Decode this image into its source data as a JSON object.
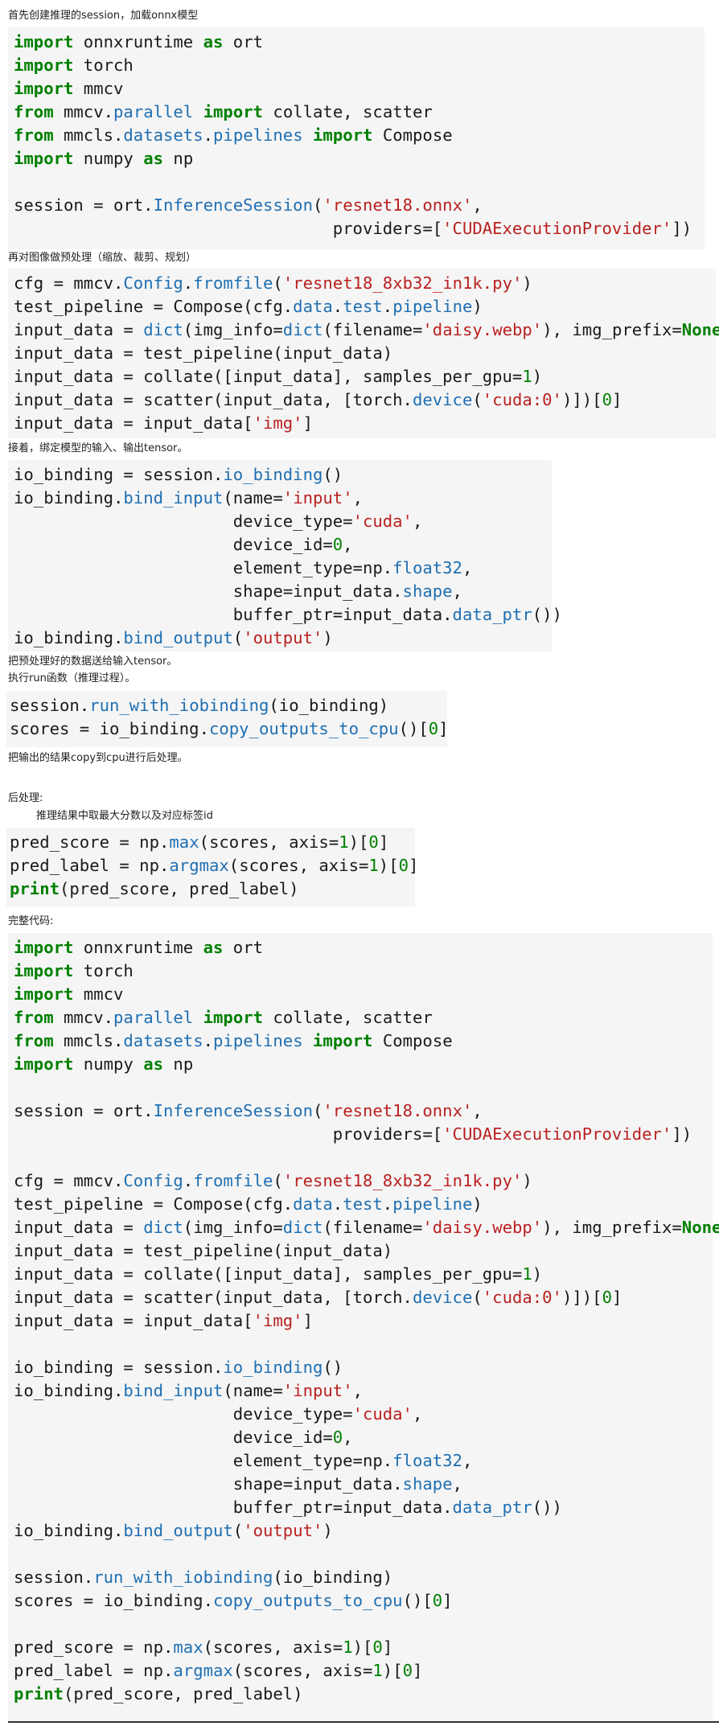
{
  "notes": {
    "intro": "首先创建推理的session，加载onnx模型",
    "preprocess": "再对图像做预处理（缩放、裁剪、规划）",
    "bind": "接着，绑定模型的输入、输出tensor。",
    "feed": "把预处理好的数据送给输入tensor。",
    "run": "执行run函数（推理过程）。",
    "copy": "把输出的结果copy到cpu进行后处理。",
    "post": "后处理:",
    "post_detail": "推理结果中取最大分数以及对应标签id",
    "full": "完整代码:"
  },
  "blocks": {
    "session": [
      [
        [
          "kw",
          "import"
        ],
        [
          "t",
          " onnxruntime "
        ],
        [
          "kw",
          "as"
        ],
        [
          "t",
          " ort"
        ]
      ],
      [
        [
          "kw",
          "import"
        ],
        [
          "t",
          " torch"
        ]
      ],
      [
        [
          "kw",
          "import"
        ],
        [
          "t",
          " mmcv"
        ]
      ],
      [
        [
          "kw",
          "from"
        ],
        [
          "t",
          " mmcv."
        ],
        [
          "at",
          "parallel"
        ],
        [
          "t",
          " "
        ],
        [
          "kw",
          "import"
        ],
        [
          "t",
          " collate, scatter"
        ]
      ],
      [
        [
          "kw",
          "from"
        ],
        [
          "t",
          " mmcls."
        ],
        [
          "at",
          "datasets"
        ],
        [
          "t",
          "."
        ],
        [
          "at",
          "pipelines"
        ],
        [
          "t",
          " "
        ],
        [
          "kw",
          "import"
        ],
        [
          "t",
          " Compose"
        ]
      ],
      [
        [
          "kw",
          "import"
        ],
        [
          "t",
          " numpy "
        ],
        [
          "kw",
          "as"
        ],
        [
          "t",
          " np"
        ]
      ],
      [],
      [
        [
          "t",
          "session = ort."
        ],
        [
          "at",
          "InferenceSession"
        ],
        [
          "t",
          "("
        ],
        [
          "st",
          "'resnet18.onnx'"
        ],
        [
          "t",
          ","
        ]
      ],
      [
        [
          "t",
          "                                providers=["
        ],
        [
          "st",
          "'CUDAExecutionProvider'"
        ],
        [
          "t",
          "])"
        ]
      ]
    ],
    "preprocess": [
      [
        [
          "t",
          "cfg = mmcv."
        ],
        [
          "at",
          "Config"
        ],
        [
          "t",
          "."
        ],
        [
          "at",
          "fromfile"
        ],
        [
          "t",
          "("
        ],
        [
          "st",
          "'resnet18_8xb32_in1k.py'"
        ],
        [
          "t",
          ")"
        ]
      ],
      [
        [
          "t",
          "test_pipeline = Compose(cfg."
        ],
        [
          "at",
          "data"
        ],
        [
          "t",
          "."
        ],
        [
          "at",
          "test"
        ],
        [
          "t",
          "."
        ],
        [
          "at",
          "pipeline"
        ],
        [
          "t",
          ")"
        ]
      ],
      [
        [
          "t",
          "input_data = "
        ],
        [
          "at",
          "dict"
        ],
        [
          "t",
          "(img_info="
        ],
        [
          "at",
          "dict"
        ],
        [
          "t",
          "(filename="
        ],
        [
          "st",
          "'daisy.webp'"
        ],
        [
          "t",
          "), img_prefix="
        ],
        [
          "kw",
          "None"
        ],
        [
          "t",
          ")"
        ]
      ],
      [
        [
          "t",
          "input_data = test_pipeline(input_data)"
        ]
      ],
      [
        [
          "t",
          "input_data = collate([input_data], samples_per_gpu="
        ],
        [
          "nm",
          "1"
        ],
        [
          "t",
          ")"
        ]
      ],
      [
        [
          "t",
          "input_data = scatter(input_data, [torch."
        ],
        [
          "at",
          "device"
        ],
        [
          "t",
          "("
        ],
        [
          "st",
          "'cuda:0'"
        ],
        [
          "t",
          ")])["
        ],
        [
          "nm",
          "0"
        ],
        [
          "t",
          "]"
        ]
      ],
      [
        [
          "t",
          "input_data = input_data["
        ],
        [
          "st",
          "'img'"
        ],
        [
          "t",
          "]"
        ]
      ]
    ],
    "binding": [
      [
        [
          "t",
          "io_binding = session."
        ],
        [
          "at",
          "io_binding"
        ],
        [
          "t",
          "()"
        ]
      ],
      [
        [
          "t",
          "io_binding."
        ],
        [
          "at",
          "bind_input"
        ],
        [
          "t",
          "(name="
        ],
        [
          "st",
          "'input'"
        ],
        [
          "t",
          ","
        ]
      ],
      [
        [
          "t",
          "                      device_type="
        ],
        [
          "st",
          "'cuda'"
        ],
        [
          "t",
          ","
        ]
      ],
      [
        [
          "t",
          "                      device_id="
        ],
        [
          "nm",
          "0"
        ],
        [
          "t",
          ","
        ]
      ],
      [
        [
          "t",
          "                      element_type=np."
        ],
        [
          "at",
          "float32"
        ],
        [
          "t",
          ","
        ]
      ],
      [
        [
          "t",
          "                      shape=input_data."
        ],
        [
          "at",
          "shape"
        ],
        [
          "t",
          ","
        ]
      ],
      [
        [
          "t",
          "                      buffer_ptr=input_data."
        ],
        [
          "at",
          "data_ptr"
        ],
        [
          "t",
          "())"
        ]
      ],
      [
        [
          "t",
          "io_binding."
        ],
        [
          "at",
          "bind_output"
        ],
        [
          "t",
          "("
        ],
        [
          "st",
          "'output'"
        ],
        [
          "t",
          ")"
        ]
      ]
    ],
    "run": [
      [
        [
          "t",
          "session."
        ],
        [
          "at",
          "run_with_iobinding"
        ],
        [
          "t",
          "(io_binding)"
        ]
      ],
      [
        [
          "t",
          "scores = io_binding."
        ],
        [
          "at",
          "copy_outputs_to_cpu"
        ],
        [
          "t",
          "()["
        ],
        [
          "nm",
          "0"
        ],
        [
          "t",
          "]"
        ]
      ]
    ],
    "post": [
      [
        [
          "t",
          "pred_score = np."
        ],
        [
          "at",
          "max"
        ],
        [
          "t",
          "(scores, axis="
        ],
        [
          "nm",
          "1"
        ],
        [
          "t",
          ")["
        ],
        [
          "nm",
          "0"
        ],
        [
          "t",
          "]"
        ]
      ],
      [
        [
          "t",
          "pred_label = np."
        ],
        [
          "at",
          "argmax"
        ],
        [
          "t",
          "(scores, axis="
        ],
        [
          "nm",
          "1"
        ],
        [
          "t",
          ")["
        ],
        [
          "nm",
          "0"
        ],
        [
          "t",
          "]"
        ]
      ],
      [
        [
          "kw",
          "print"
        ],
        [
          "t",
          "(pred_score, pred_label)"
        ]
      ]
    ],
    "full": [
      [
        [
          "kw",
          "import"
        ],
        [
          "t",
          " onnxruntime "
        ],
        [
          "kw",
          "as"
        ],
        [
          "t",
          " ort"
        ]
      ],
      [
        [
          "kw",
          "import"
        ],
        [
          "t",
          " torch"
        ]
      ],
      [
        [
          "kw",
          "import"
        ],
        [
          "t",
          " mmcv"
        ]
      ],
      [
        [
          "kw",
          "from"
        ],
        [
          "t",
          " mmcv."
        ],
        [
          "at",
          "parallel"
        ],
        [
          "t",
          " "
        ],
        [
          "kw",
          "import"
        ],
        [
          "t",
          " collate, scatter"
        ]
      ],
      [
        [
          "kw",
          "from"
        ],
        [
          "t",
          " mmcls."
        ],
        [
          "at",
          "datasets"
        ],
        [
          "t",
          "."
        ],
        [
          "at",
          "pipelines"
        ],
        [
          "t",
          " "
        ],
        [
          "kw",
          "import"
        ],
        [
          "t",
          " Compose"
        ]
      ],
      [
        [
          "kw",
          "import"
        ],
        [
          "t",
          " numpy "
        ],
        [
          "kw",
          "as"
        ],
        [
          "t",
          " np"
        ]
      ],
      [],
      [
        [
          "t",
          "session = ort."
        ],
        [
          "at",
          "InferenceSession"
        ],
        [
          "t",
          "("
        ],
        [
          "st",
          "'resnet18.onnx'"
        ],
        [
          "t",
          ","
        ]
      ],
      [
        [
          "t",
          "                                providers=["
        ],
        [
          "st",
          "'CUDAExecutionProvider'"
        ],
        [
          "t",
          "])"
        ]
      ],
      [],
      [
        [
          "t",
          "cfg = mmcv."
        ],
        [
          "at",
          "Config"
        ],
        [
          "t",
          "."
        ],
        [
          "at",
          "fromfile"
        ],
        [
          "t",
          "("
        ],
        [
          "st",
          "'resnet18_8xb32_in1k.py'"
        ],
        [
          "t",
          ")"
        ]
      ],
      [
        [
          "t",
          "test_pipeline = Compose(cfg."
        ],
        [
          "at",
          "data"
        ],
        [
          "t",
          "."
        ],
        [
          "at",
          "test"
        ],
        [
          "t",
          "."
        ],
        [
          "at",
          "pipeline"
        ],
        [
          "t",
          ")"
        ]
      ],
      [
        [
          "t",
          "input_data = "
        ],
        [
          "at",
          "dict"
        ],
        [
          "t",
          "(img_info="
        ],
        [
          "at",
          "dict"
        ],
        [
          "t",
          "(filename="
        ],
        [
          "st",
          "'daisy.webp'"
        ],
        [
          "t",
          "), img_prefix="
        ],
        [
          "kw",
          "None"
        ],
        [
          "t",
          ")"
        ]
      ],
      [
        [
          "t",
          "input_data = test_pipeline(input_data)"
        ]
      ],
      [
        [
          "t",
          "input_data = collate([input_data], samples_per_gpu="
        ],
        [
          "nm",
          "1"
        ],
        [
          "t",
          ")"
        ]
      ],
      [
        [
          "t",
          "input_data = scatter(input_data, [torch."
        ],
        [
          "at",
          "device"
        ],
        [
          "t",
          "("
        ],
        [
          "st",
          "'cuda:0'"
        ],
        [
          "t",
          ")])["
        ],
        [
          "nm",
          "0"
        ],
        [
          "t",
          "]"
        ]
      ],
      [
        [
          "t",
          "input_data = input_data["
        ],
        [
          "st",
          "'img'"
        ],
        [
          "t",
          "]"
        ]
      ],
      [],
      [
        [
          "t",
          "io_binding = session."
        ],
        [
          "at",
          "io_binding"
        ],
        [
          "t",
          "()"
        ]
      ],
      [
        [
          "t",
          "io_binding."
        ],
        [
          "at",
          "bind_input"
        ],
        [
          "t",
          "(name="
        ],
        [
          "st",
          "'input'"
        ],
        [
          "t",
          ","
        ]
      ],
      [
        [
          "t",
          "                      device_type="
        ],
        [
          "st",
          "'cuda'"
        ],
        [
          "t",
          ","
        ]
      ],
      [
        [
          "t",
          "                      device_id="
        ],
        [
          "nm",
          "0"
        ],
        [
          "t",
          ","
        ]
      ],
      [
        [
          "t",
          "                      element_type=np."
        ],
        [
          "at",
          "float32"
        ],
        [
          "t",
          ","
        ]
      ],
      [
        [
          "t",
          "                      shape=input_data."
        ],
        [
          "at",
          "shape"
        ],
        [
          "t",
          ","
        ]
      ],
      [
        [
          "t",
          "                      buffer_ptr=input_data."
        ],
        [
          "at",
          "data_ptr"
        ],
        [
          "t",
          "())"
        ]
      ],
      [
        [
          "t",
          "io_binding."
        ],
        [
          "at",
          "bind_output"
        ],
        [
          "t",
          "("
        ],
        [
          "st",
          "'output'"
        ],
        [
          "t",
          ")"
        ]
      ],
      [],
      [
        [
          "t",
          "session."
        ],
        [
          "at",
          "run_with_iobinding"
        ],
        [
          "t",
          "(io_binding)"
        ]
      ],
      [
        [
          "t",
          "scores = io_binding."
        ],
        [
          "at",
          "copy_outputs_to_cpu"
        ],
        [
          "t",
          "()["
        ],
        [
          "nm",
          "0"
        ],
        [
          "t",
          "]"
        ]
      ],
      [],
      [
        [
          "t",
          "pred_score = np."
        ],
        [
          "at",
          "max"
        ],
        [
          "t",
          "(scores, axis="
        ],
        [
          "nm",
          "1"
        ],
        [
          "t",
          ")["
        ],
        [
          "nm",
          "0"
        ],
        [
          "t",
          "]"
        ]
      ],
      [
        [
          "t",
          "pred_label = np."
        ],
        [
          "at",
          "argmax"
        ],
        [
          "t",
          "(scores, axis="
        ],
        [
          "nm",
          "1"
        ],
        [
          "t",
          ")["
        ],
        [
          "nm",
          "0"
        ],
        [
          "t",
          "]"
        ]
      ],
      [
        [
          "kw",
          "print"
        ],
        [
          "t",
          "(pred_score, pred_label)"
        ]
      ]
    ]
  }
}
